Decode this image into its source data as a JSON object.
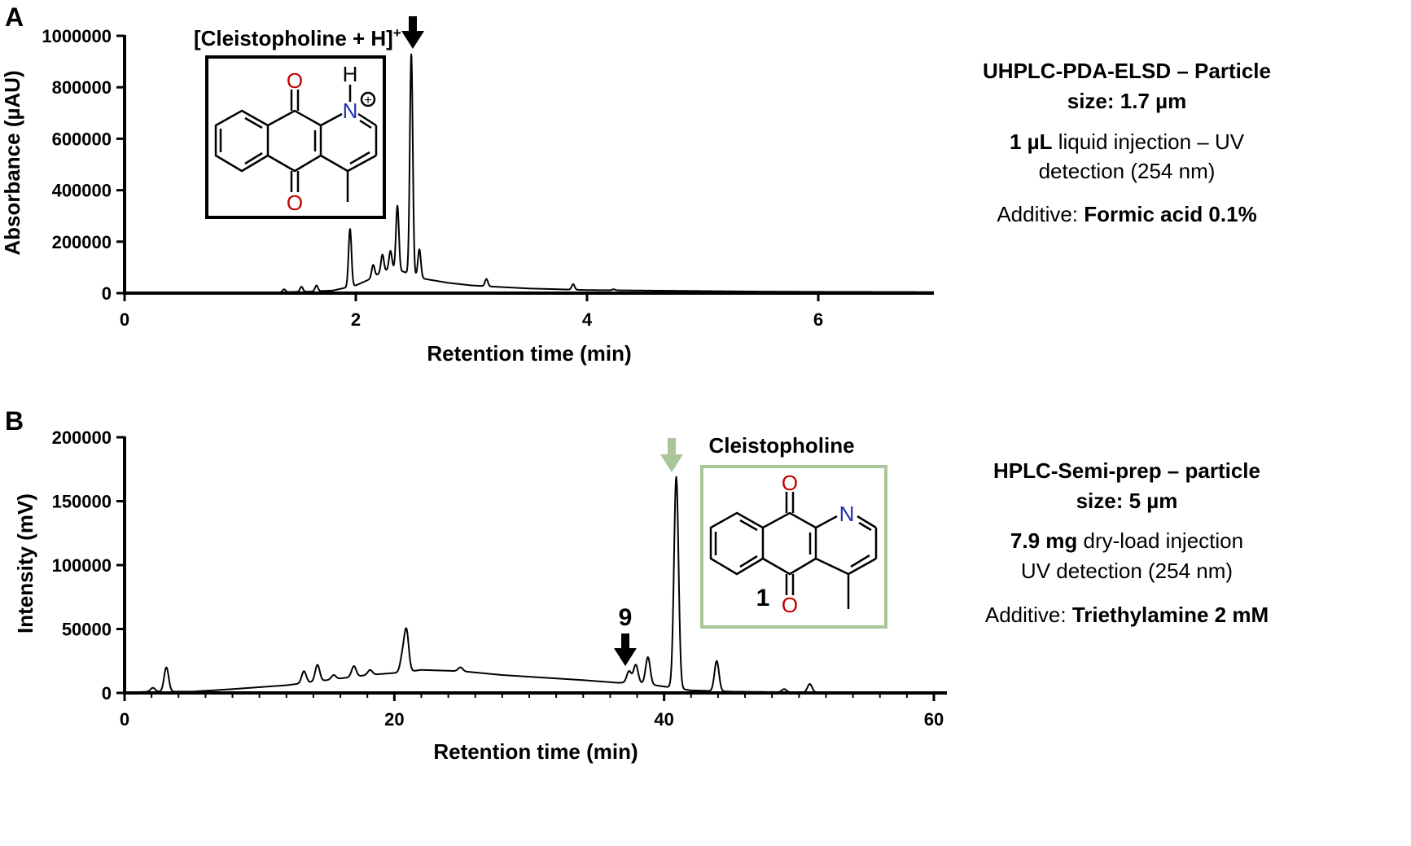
{
  "panels": {
    "A": {
      "letter": "A",
      "title_before_sup": "[Cleistopholine + H]",
      "title_sup": "+",
      "structure": {
        "o_top": "O",
        "o_bottom": "O",
        "n": "N",
        "h": "H",
        "charge": "+"
      },
      "info": {
        "line1": "UHPLC-PDA-ELSD – Particle",
        "line2": "size: 1.7 µm",
        "line3_bold": "1 µL",
        "line3_rest": " liquid injection – UV",
        "line4": "detection (254 nm)",
        "line5_label": "Additive: ",
        "line5_value": "Formic acid 0.1%"
      }
    },
    "B": {
      "letter": "B",
      "structure_title": "Cleistopholine",
      "compound_number": "1",
      "peak_9_label": "9",
      "structure": {
        "o_top": "O",
        "o_bottom": "O",
        "n": "N"
      },
      "info": {
        "line1": "HPLC-Semi-prep – particle",
        "line2": "size: 5 µm",
        "line3_bold": "7.9 mg",
        "line3_rest": " dry-load injection",
        "line4": "UV detection (254 nm)",
        "line5_label": "Additive: ",
        "line5_value": "Triethylamine 2 mM"
      }
    }
  },
  "colors": {
    "green_frame": "#a9c69a",
    "green_arrow": "#a9c69a",
    "oxygen": "#c00000",
    "nitrogen": "#1f2fb5",
    "trace": "#000000"
  },
  "chart_data": [
    {
      "type": "line",
      "panel": "A",
      "xlabel": "Retention time (min)",
      "ylabel": "Absorbance (µAU)",
      "xlim": [
        0,
        7
      ],
      "ylim": [
        0,
        1000000
      ],
      "xticks": [
        0,
        2,
        4,
        6
      ],
      "yticks": [
        0,
        200000,
        400000,
        600000,
        800000,
        1000000
      ],
      "baseline": [
        [
          0,
          0
        ],
        [
          1.0,
          1000
        ],
        [
          1.3,
          3000
        ],
        [
          1.6,
          6000
        ],
        [
          1.8,
          10000
        ],
        [
          1.9,
          20000
        ],
        [
          2.0,
          30000
        ],
        [
          2.1,
          50000
        ],
        [
          2.2,
          75000
        ],
        [
          2.3,
          95000
        ],
        [
          2.4,
          85000
        ],
        [
          2.5,
          70000
        ],
        [
          2.6,
          55000
        ],
        [
          2.8,
          40000
        ],
        [
          3.0,
          30000
        ],
        [
          3.2,
          25000
        ],
        [
          3.5,
          18000
        ],
        [
          4.0,
          12000
        ],
        [
          4.5,
          10000
        ],
        [
          5.0,
          8000
        ],
        [
          5.5,
          6000
        ],
        [
          6.0,
          5000
        ],
        [
          7.0,
          4000
        ]
      ],
      "peaks": [
        {
          "x": 1.38,
          "y": 15000
        },
        {
          "x": 1.53,
          "y": 25000
        },
        {
          "x": 1.66,
          "y": 30000
        },
        {
          "x": 1.95,
          "y": 250000
        },
        {
          "x": 2.15,
          "y": 110000
        },
        {
          "x": 2.23,
          "y": 150000
        },
        {
          "x": 2.3,
          "y": 165000
        },
        {
          "x": 2.36,
          "y": 340000
        },
        {
          "x": 2.48,
          "y": 930000
        },
        {
          "x": 2.55,
          "y": 170000
        },
        {
          "x": 3.13,
          "y": 55000
        },
        {
          "x": 3.88,
          "y": 35000
        },
        {
          "x": 4.23,
          "y": 15000
        }
      ],
      "annotations": [
        {
          "text": "[Cleistopholine + H]+",
          "x": 2.48
        }
      ]
    },
    {
      "type": "line",
      "panel": "B",
      "xlabel": "Retention time (min)",
      "ylabel": "Intensity (mV)",
      "xlim": [
        0,
        60
      ],
      "ylim": [
        0,
        200000
      ],
      "xticks": [
        0,
        20,
        40,
        60
      ],
      "yticks": [
        0,
        50000,
        100000,
        150000,
        200000
      ],
      "baseline": [
        [
          0,
          0
        ],
        [
          1.8,
          1000
        ],
        [
          3,
          1000
        ],
        [
          5,
          1000
        ],
        [
          8,
          3000
        ],
        [
          12,
          6000
        ],
        [
          15,
          10000
        ],
        [
          18,
          14000
        ],
        [
          20.5,
          16000
        ],
        [
          22,
          18000
        ],
        [
          25,
          17000
        ],
        [
          28,
          14000
        ],
        [
          31,
          12000
        ],
        [
          34,
          10000
        ],
        [
          36.5,
          8000
        ],
        [
          38,
          8000
        ],
        [
          40,
          5000
        ],
        [
          42,
          2000
        ],
        [
          45,
          1000
        ],
        [
          50,
          500
        ],
        [
          60,
          500
        ]
      ],
      "peaks": [
        {
          "x": 2.1,
          "y": 4000
        },
        {
          "x": 3.1,
          "y": 20000
        },
        {
          "x": 13.3,
          "y": 17000
        },
        {
          "x": 14.3,
          "y": 22000
        },
        {
          "x": 15.5,
          "y": 14000
        },
        {
          "x": 17.0,
          "y": 21000
        },
        {
          "x": 18.2,
          "y": 18000
        },
        {
          "x": 20.6,
          "y": 28000
        },
        {
          "x": 20.9,
          "y": 48000
        },
        {
          "x": 24.9,
          "y": 20000
        },
        {
          "x": 37.4,
          "y": 17000
        },
        {
          "x": 37.9,
          "y": 22000
        },
        {
          "x": 38.8,
          "y": 28000
        },
        {
          "x": 40.9,
          "y": 169000
        },
        {
          "x": 43.9,
          "y": 25000
        },
        {
          "x": 48.9,
          "y": 3000
        },
        {
          "x": 50.8,
          "y": 7000
        }
      ],
      "annotations": [
        {
          "text": "9",
          "x": 37.4
        },
        {
          "text": "Cleistopholine",
          "x": 40.9
        }
      ]
    }
  ]
}
